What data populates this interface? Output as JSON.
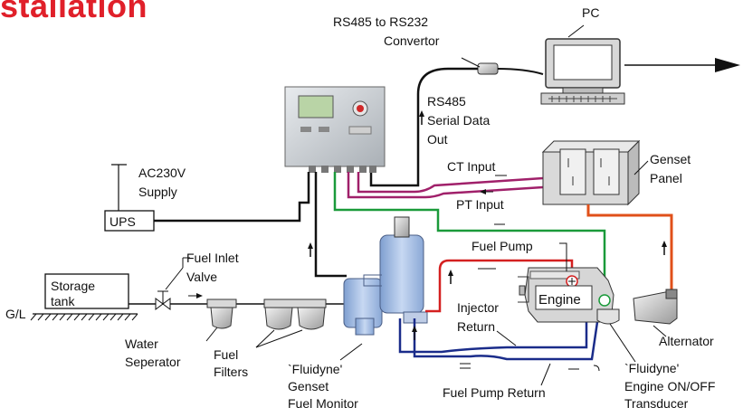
{
  "title": "stallation",
  "labels": {
    "pc": "PC",
    "converter_l1": "RS485 to RS232",
    "converter_l2": "Convertor",
    "rs485_l1": "RS485",
    "rs485_l2": "Serial Data",
    "rs485_l3": "Out",
    "ac_l1": "AC230V",
    "ac_l2": "Supply",
    "ups": "UPS",
    "ct_input": "CT Input",
    "pt_input": "PT Input",
    "genset_l1": "Genset",
    "genset_l2": "Panel",
    "fuel_inlet_l1": "Fuel Inlet",
    "fuel_inlet_l2": "Valve",
    "storage_l1": "Storage",
    "storage_l2": "tank",
    "gl": "G/L",
    "fuel_pump": "Fuel Pump",
    "engine": "Engine",
    "water_l1": "Water",
    "water_l2": "Seperator",
    "filters_l1": "Fuel",
    "filters_l2": "Filters",
    "monitor_l1": "`Fluidyne'",
    "monitor_l2": "Genset",
    "monitor_l3": "Fuel Monitor",
    "injector_l1": "Injector",
    "injector_l2": "Return",
    "alternator": "Alternator",
    "transducer_l1": "`Fluidyne'",
    "transducer_l2": "Engine ON/OFF",
    "transducer_l3": "Transducer",
    "fuel_pump_return": "Fuel Pump Return"
  },
  "colors": {
    "title": "#e0202a",
    "ct_line": "#a0206a",
    "pt_line": "#a0206a",
    "signal_green": "#1a9a3a",
    "fuel_red": "#d42020",
    "return_blue": "#1a2c8a",
    "alternator_orange": "#e0501a",
    "device_blue": "#a9c3e8"
  }
}
